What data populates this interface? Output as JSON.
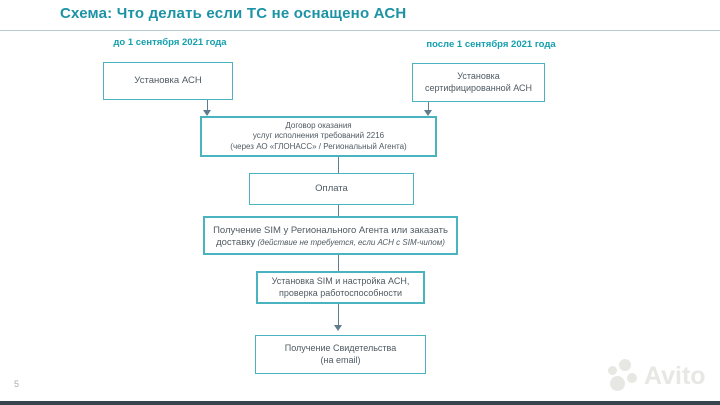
{
  "slide": {
    "title": "Схема: Что делать если ТС не оснащено АСН",
    "page_number": "5",
    "watermark_text": "Avito"
  },
  "timeline": {
    "before_label": "до 1 сентября 2021 года",
    "after_label": "после 1 сентября 2021 года"
  },
  "flowchart": {
    "install_asn": "Установка АСН",
    "install_certified_line1": "Установка",
    "install_certified_line2": "сертифицированной  АСН",
    "contract_line1": "Договор оказания",
    "contract_line2": "услуг исполнения требований 2216",
    "contract_line3": "(через АО «ГЛОНАСС» / Региональный Агента)",
    "payment": "Оплата",
    "sim_main": "Получение SIM у Регионального Агента или заказать доставку",
    "sim_note": " (действие не требуется, если АСН с SIM-чипом)",
    "setup_line1": "Установка SIM и настройка АСН,",
    "setup_line2": "проверка работоспособности",
    "certificate_line1": "Получение Свидетельства",
    "certificate_line2": "(на email)"
  },
  "colors": {
    "accent_teal": "#1b93a5",
    "label_teal": "#14a0ad",
    "box_border_teal": "#4ab3c0",
    "arrow_gray_blue": "#5f7d8c",
    "box_text_gray": "#4f5a62",
    "bottom_bar": "#39454e"
  }
}
